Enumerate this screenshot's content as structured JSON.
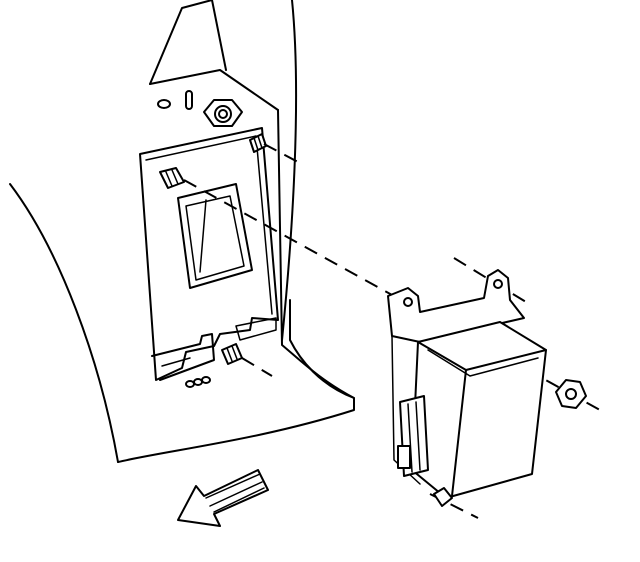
{
  "diagram": {
    "kind": "exploded-view line drawing",
    "colors": {
      "line": "#000000",
      "background": "#ffffff"
    },
    "parts": [
      "body-panel",
      "mounting-bracket",
      "control-module",
      "electrical-connector",
      "mounting-stud",
      "mounting-nut",
      "direction-arrow"
    ]
  }
}
